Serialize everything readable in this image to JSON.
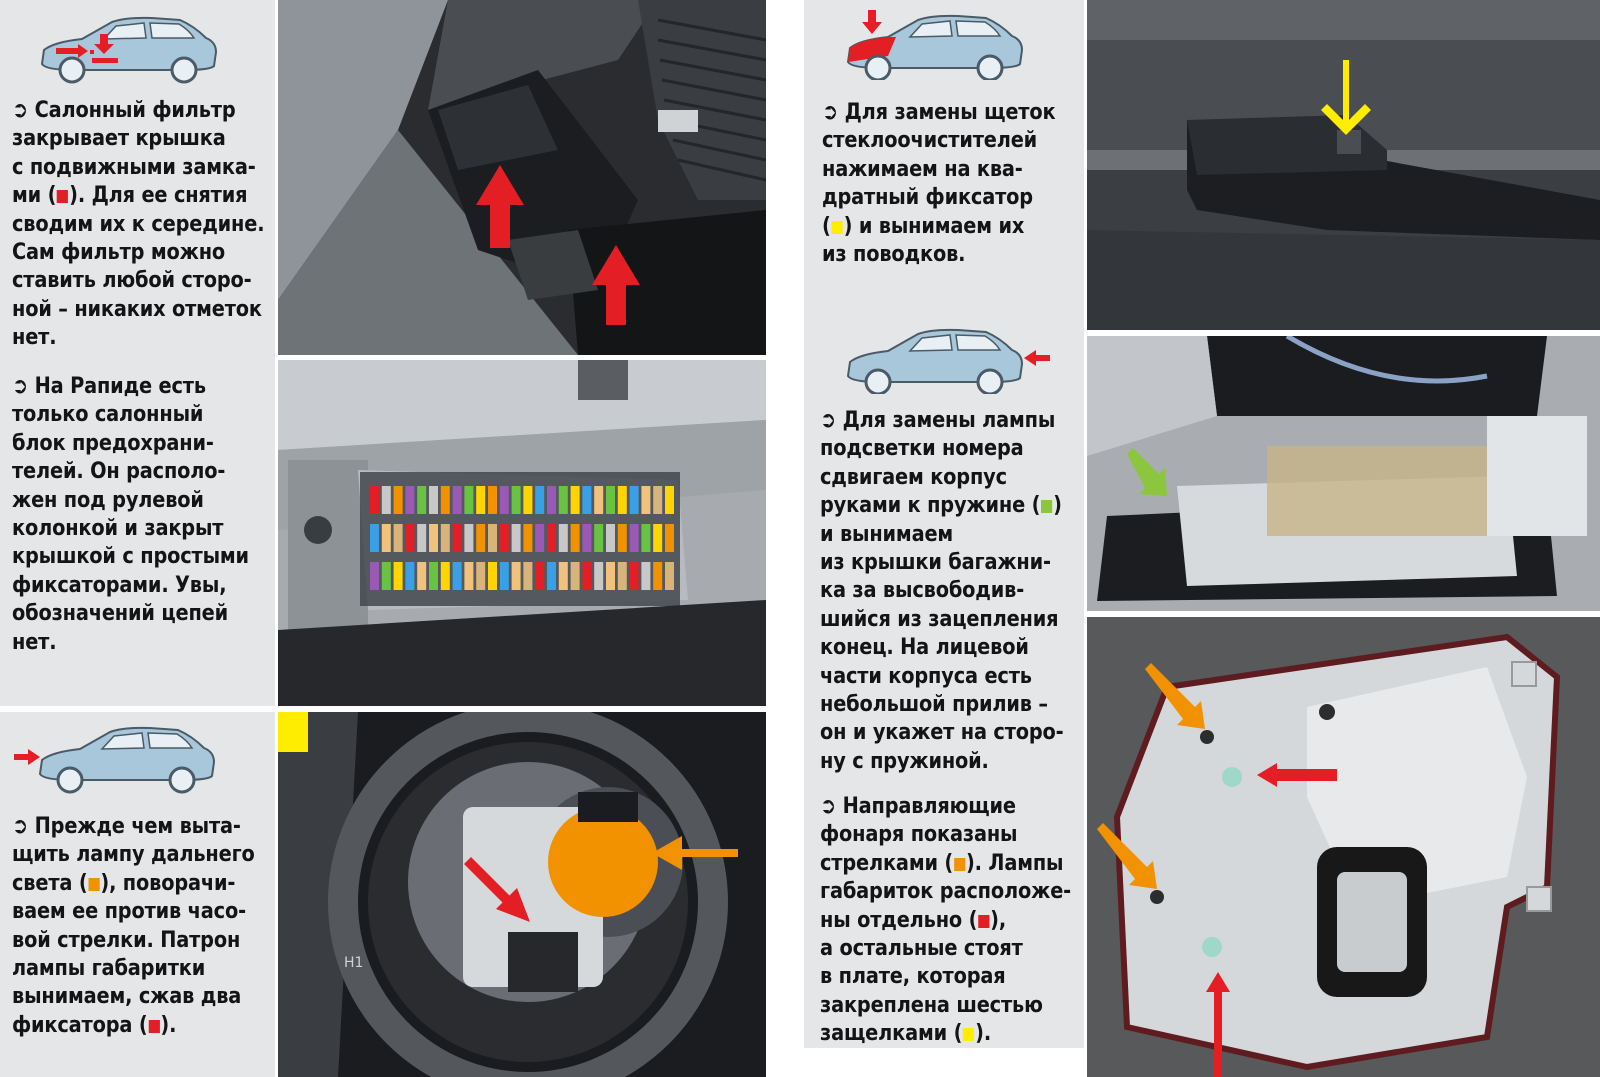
{
  "colors": {
    "panel": "#e4e6e8",
    "red": "#e31e24",
    "orange": "#f39200",
    "yellow": "#ffed00",
    "green": "#8cc63f",
    "car_body": "#a9c7da"
  },
  "icons": {
    "bullet": "circled-arrow-icon",
    "car": "sedan-car-icon"
  },
  "bullet_glyph": "➲",
  "left": {
    "cabin_filter": {
      "l1": "Салонный фильтр",
      "l2": "закрывает крышка",
      "l3": "с подвижными замка-",
      "l4a": "ми (",
      "l4b": "). Для ее снятия",
      "l5": "сводим их к середине.",
      "l6": "Сам фильтр можно",
      "l7": "ставить любой сторо-",
      "l8": "ной – никаких отметок",
      "l9": "нет."
    },
    "fuse_box": {
      "l1": "На Рапиде есть",
      "l2": "только салонный",
      "l3": "блок предохрани-",
      "l4": "телей. Он располо-",
      "l5": "жен под рулевой",
      "l6": "колонкой и закрыт",
      "l7": "крышкой с простыми",
      "l8": "фиксаторами. Увы,",
      "l9": "обозначений цепей",
      "l10": "нет."
    },
    "headlamp": {
      "l1": "Прежде чем выта-",
      "l2": "щить лампу дальнего",
      "l3a": "света (",
      "l3b": "), поворачи-",
      "l4": "ваем ее против часо-",
      "l5": "вой стрелки. Патрон",
      "l6": "лампы габаритки",
      "l7": "вынимаем, сжав два",
      "l8a": "фиксатора (",
      "l8b": ")."
    }
  },
  "right": {
    "wipers": {
      "l1": "Для замены щеток",
      "l2": "стеклоочистителей",
      "l3": "нажимаем на ква-",
      "l4": "дратный фиксатор",
      "l5a": "(",
      "l5b": ") и вынимаем их",
      "l6": "из поводков."
    },
    "plate_lamp": {
      "l1": "Для замены лампы",
      "l2": "подсветки номера",
      "l3": "сдвигаем корпус",
      "l4a": "руками к пружине (",
      "l4b": ")",
      "l5": "и вынимаем",
      "l6": "из крышки багажни-",
      "l7": "ка за высвободив-",
      "l8": "шийся из зацепления",
      "l9": "конец. На лицевой",
      "l10": "части корпуса есть",
      "l11": "небольшой прилив –",
      "l12": "он и укажет на сторо-",
      "l13": "ну с пружиной."
    },
    "tail_lamp": {
      "l1": "Направляющие",
      "l2": "фонаря показаны",
      "l3a": "стрелками (",
      "l3b": "). Лампы",
      "l4": "габариток расположе-",
      "l5a": "ны отдельно (",
      "l5b": "),",
      "l6": "а остальные стоят",
      "l7": "в плате, которая",
      "l8": "закреплена шестью",
      "l9a": "защелками (",
      "l9b": ")."
    }
  },
  "photo_labels": {
    "bulb_code": "H1"
  }
}
